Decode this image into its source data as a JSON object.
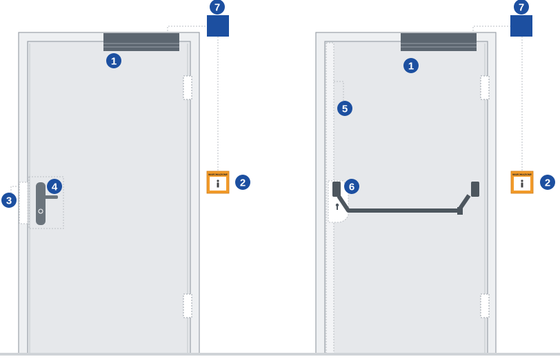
{
  "colors": {
    "badge": "#1c4fa0",
    "door_fill": "#e6e8eb",
    "frame_stroke": "#9aa1a8",
    "closer": "#5c6670",
    "handle": "#6b747c",
    "panic_bar": "#4d565e",
    "module_blue": "#1c4fa0",
    "call_point_orange": "#f29b2a",
    "dashed_line": "#b9bec3"
  },
  "badges": {
    "closer": "1",
    "call_point": "2",
    "frame_contact": "3",
    "handle": "4",
    "vertical_rod": "5",
    "panic_bar": "6",
    "control_module": "7"
  },
  "call_point_labels": {
    "left": "MAECHIAZIONE",
    "right": "MAECHIAZIONE"
  },
  "icons": {
    "hinge": "hinge-icon",
    "key_cylinder": "key-cylinder-icon",
    "call_point": "hand-press-icon"
  }
}
